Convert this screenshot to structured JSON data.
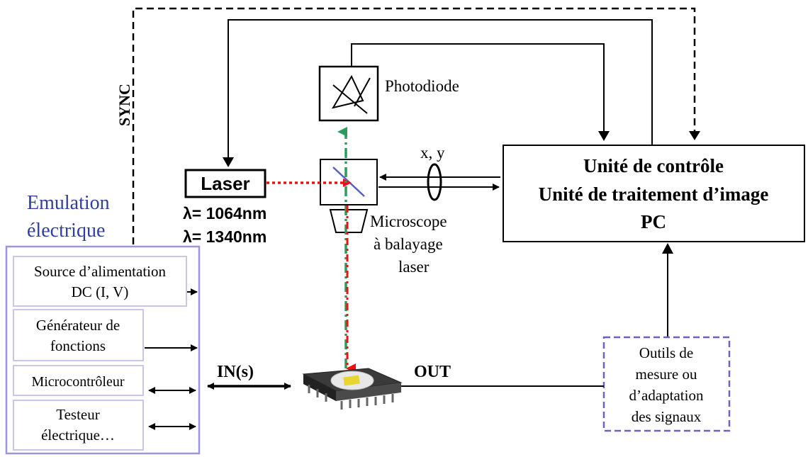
{
  "sync_label": "SYNC",
  "emulation": {
    "title_line1": "Emulation",
    "title_line2": "électrique",
    "sources": [
      {
        "line1": "Source d’alimentation",
        "line2": "DC (I, V)"
      },
      {
        "line1": "Générateur de",
        "line2": "fonctions"
      },
      {
        "line1": "Microcontrôleur",
        "line2": ""
      },
      {
        "line1": "Testeur",
        "line2": "électrique…"
      }
    ]
  },
  "laser": {
    "label": "Laser",
    "wavelength1": "λ= 1064nm",
    "wavelength2": "λ= 1340nm"
  },
  "photodiode_label": "Photodiode",
  "microscope": {
    "line1": "Microscope",
    "line2": "à balayage",
    "line3": "laser"
  },
  "xy_label": "x, y",
  "control_unit": {
    "line1": "Unité de contrôle",
    "line2": "Unité de traitement d’image",
    "line3": "PC"
  },
  "in_label": "IN(s)",
  "out_label": "OUT",
  "measure_tools": {
    "line1": "Outils de",
    "line2": "mesure ou",
    "line3": "d’adaptation",
    "line4": "des signaux"
  },
  "colors": {
    "emulation_blue": "#2f3f9f",
    "box_border_purple": "#9b97d8",
    "laser_beam_red": "#ee1111",
    "reflect_beam_green": "#2e9a5e",
    "chip_gold": "#e8d630"
  }
}
